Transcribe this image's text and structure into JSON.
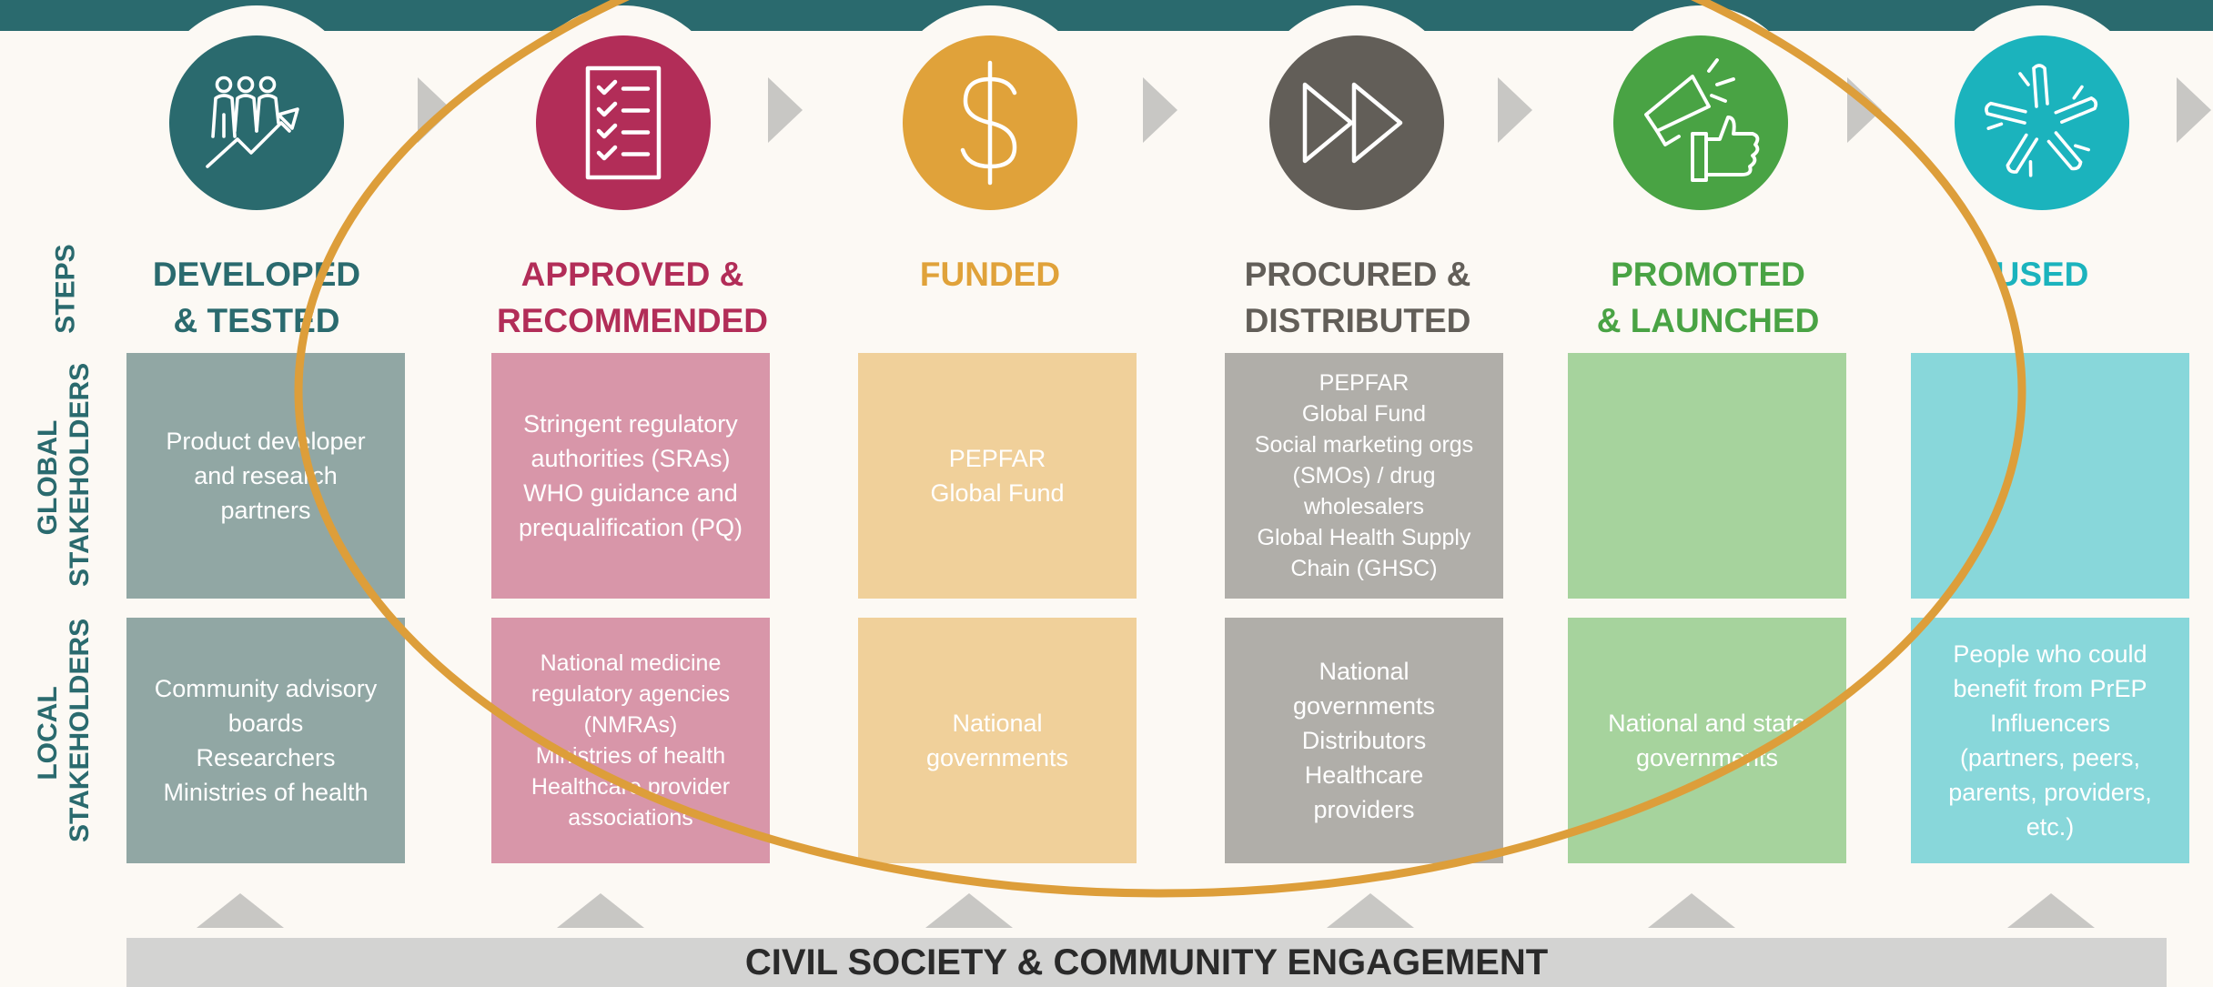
{
  "row_labels": {
    "steps": "STEPS",
    "global": "GLOBAL\nSTAKEHOLDERS",
    "local": "LOCAL\nSTAKEHOLDERS"
  },
  "steps": [
    {
      "title": "DEVELOPED\n& TESTED",
      "icon": "people-growth-icon",
      "color": "#2a6a6e",
      "box_global_color": "#91a7a4",
      "box_local_color": "#91a7a4",
      "global": "Product developer\nand research\npartners",
      "local": "Community advisory\nboards\nResearchers\nMinistries of health"
    },
    {
      "title": "APPROVED &\nRECOMMENDED",
      "icon": "checklist-icon",
      "color": "#b22d58",
      "box_global_color": "#d896a9",
      "box_local_color": "#d896a9",
      "global": "Stringent regulatory\nauthorities (SRAs)\nWHO guidance and\nprequalification (PQ)",
      "local": "National medicine\nregulatory agencies\n(NMRAs)\nMinistries of health\nHealthcare provider\nassociations"
    },
    {
      "title": "FUNDED",
      "icon": "dollar-icon",
      "color": "#e0a23a",
      "box_global_color": "#f0d09a",
      "box_local_color": "#f0d09a",
      "global": "PEPFAR\nGlobal Fund",
      "local": "National\ngovernments"
    },
    {
      "title": "PROCURED &\nDISTRIBUTED",
      "icon": "fast-forward-icon",
      "color": "#625e58",
      "box_global_color": "#b0aea9",
      "box_local_color": "#b0aea9",
      "global": "PEPFAR\nGlobal Fund\nSocial marketing orgs\n(SMOs) / drug\nwholesalers\nGlobal Health Supply\nChain (GHSC)",
      "local": "National\ngovernments\nDistributors\nHealthcare\nproviders"
    },
    {
      "title": "PROMOTED\n& LAUNCHED",
      "icon": "megaphone-thumbs-up-icon",
      "color": "#49a344",
      "box_global_color": "#a6d39d",
      "box_local_color": "#a6d39d",
      "global": "",
      "local": "National and state\ngovernments"
    },
    {
      "title": "USED",
      "icon": "hands-together-icon",
      "color": "#1bb3bd",
      "box_global_color": "#88d7da",
      "box_local_color": "#88d7da",
      "global": "",
      "local": "People who could\nbenefit from PrEP\nInfluencers\n(partners, peers,\nparents, providers,\netc.)"
    }
  ],
  "footer": "CIVIL SOCIETY & COMMUNITY ENGAGEMENT",
  "highlight_color": "#dd9e3a"
}
